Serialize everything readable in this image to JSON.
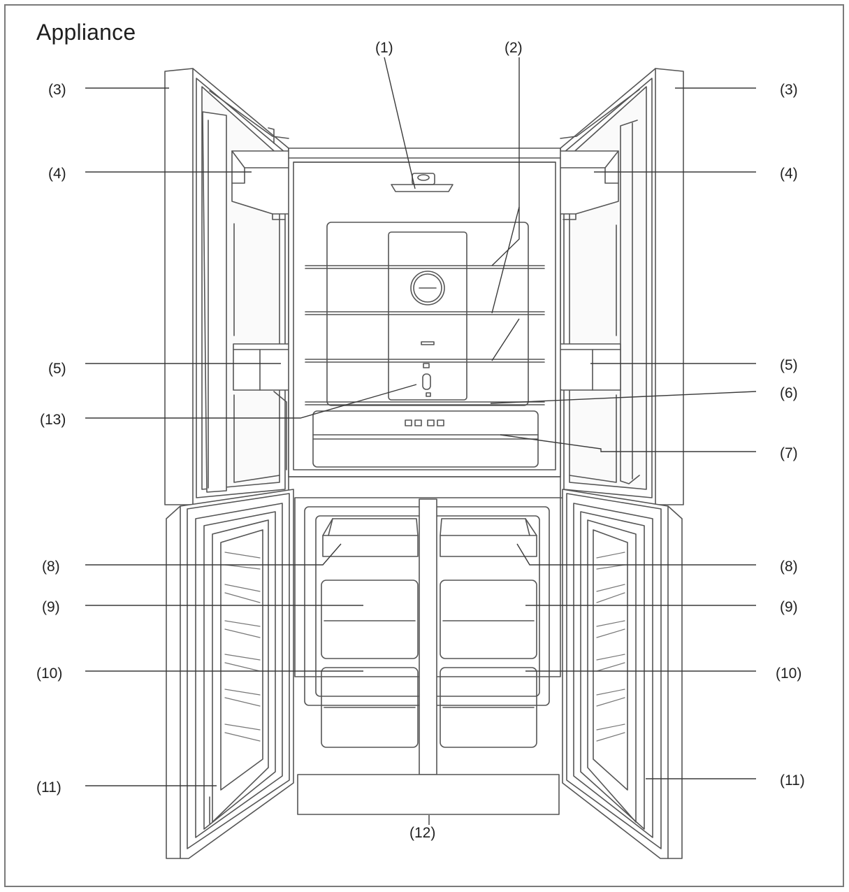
{
  "title": "Appliance",
  "callouts": {
    "c1": "(1)",
    "c2": "(2)",
    "c3": "(3)",
    "c4": "(4)",
    "c5": "(5)",
    "c6": "(6)",
    "c7": "(7)",
    "c8": "(8)",
    "c9": "(9)",
    "c10": "(10)",
    "c11": "(11)",
    "c12": "(12)",
    "c13": "(13)"
  },
  "colors": {
    "line": "#444444",
    "frame": "#7a7a7a",
    "text": "#1f1f1f"
  }
}
